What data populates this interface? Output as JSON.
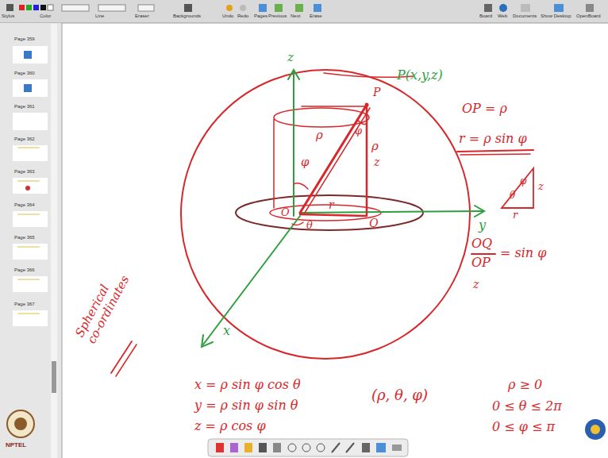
{
  "diagram": {
    "labels": [
      "Stylus",
      "Color",
      "Line",
      "Eraser",
      "Backgrounds",
      "Undo",
      "Redo",
      "Pages",
      "Previous",
      "Next",
      "Erase",
      "Board",
      "Web",
      "Documents",
      "Show Desktop",
      "OpenBoard",
      "Page 359",
      "Page 360",
      "Page 361",
      "Page 362",
      "Page 363",
      "Page 364",
      "Page 365",
      "Page 366",
      "Page 367",
      "NPTEL",
      "z",
      "P",
      "P(x,y,z)",
      "ρ",
      "φ",
      "ρ",
      "z",
      "φ",
      "O",
      "θ",
      "r",
      "Q",
      "y",
      "x",
      "OP = ρ",
      "r = ρ sin φ",
      "φ",
      "z",
      "θ",
      "r",
      "OQ",
      "OP",
      "= sin φ",
      "z",
      "Spherical co-ordinates",
      "x = ρ sin φ cos θ",
      "y = ρ sin φ sin θ",
      "z = ρ cos φ",
      "(ρ, θ, φ)",
      "ρ ≥ 0",
      "0 ≤ θ ≤ 2π",
      "0 ≤ φ ≤ π"
    ]
  }
}
